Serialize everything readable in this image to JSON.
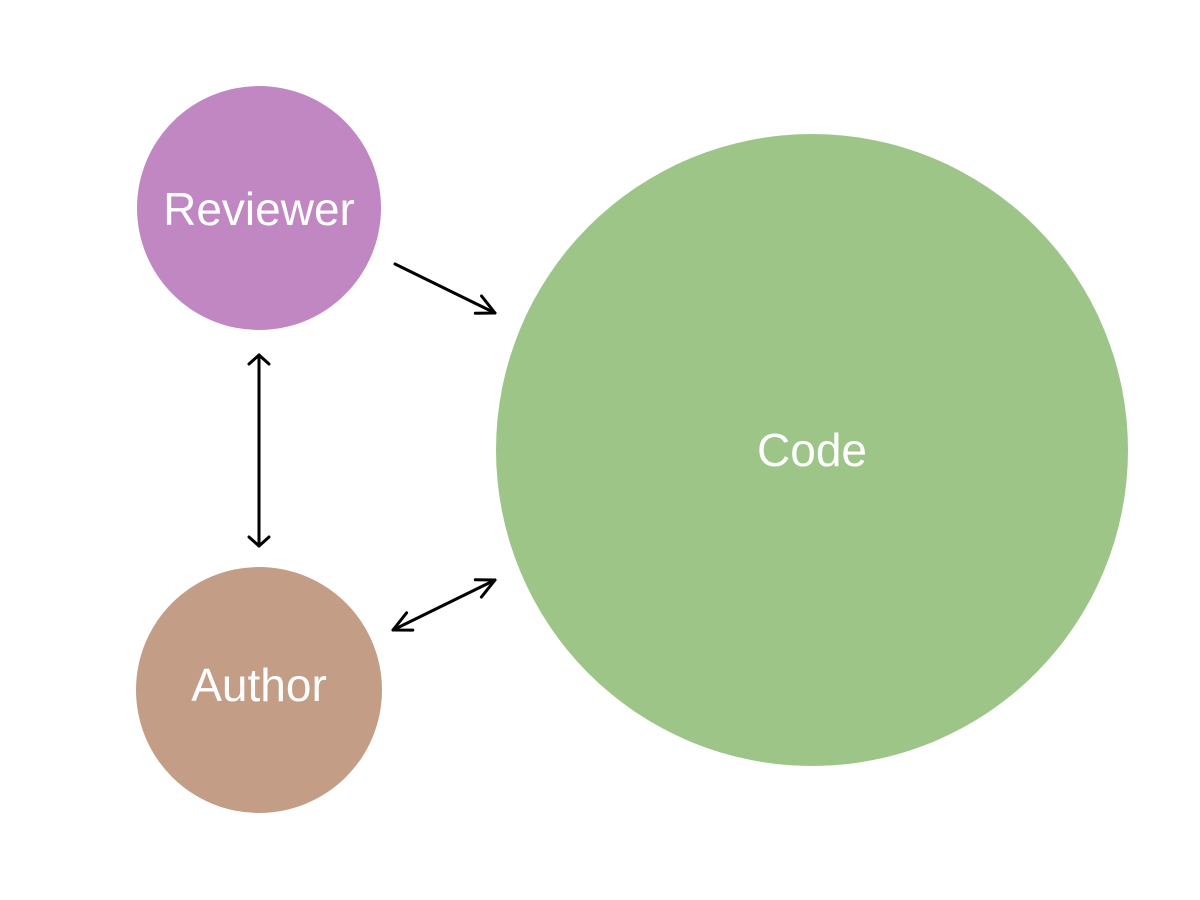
{
  "nodes": {
    "reviewer": {
      "label": "Reviewer",
      "color": "#c087c3"
    },
    "author": {
      "label": "Author",
      "color": "#c39d86"
    },
    "code": {
      "label": "Code",
      "color": "#9cc587"
    }
  },
  "edges": [
    {
      "from": "reviewer",
      "to": "code",
      "direction": "forward"
    },
    {
      "from": "reviewer",
      "to": "author",
      "direction": "both"
    },
    {
      "from": "author",
      "to": "code",
      "direction": "both"
    }
  ]
}
